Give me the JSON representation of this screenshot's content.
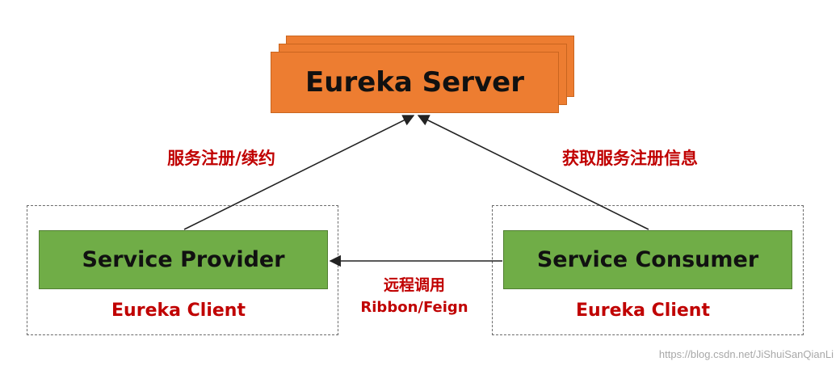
{
  "server": {
    "label": "Eureka Server"
  },
  "provider": {
    "label": "Service Provider",
    "client_label": "Eureka Client"
  },
  "consumer": {
    "label": "Service Consumer",
    "client_label": "Eureka Client"
  },
  "edges": {
    "register": "服务注册/续约",
    "fetch": "获取服务注册信息",
    "remote_call": "远程调用",
    "remote_call_via": "Ribbon/Feign"
  },
  "watermark": "https://blog.csdn.net/JiShuiSanQianLi",
  "colors": {
    "server": "#ED7D31",
    "service": "#70AD47",
    "label": "#C00000"
  }
}
